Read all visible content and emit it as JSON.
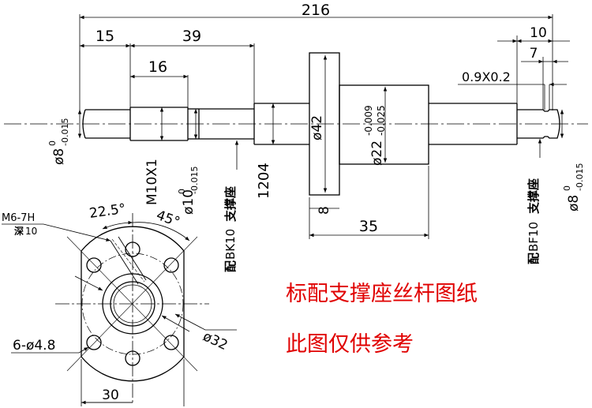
{
  "dimensions": {
    "overall_length": "216",
    "left_end_length": "15",
    "thread_span": "39",
    "thread_length": "16",
    "right_end_length": "10",
    "right_groove_length": "7",
    "groove_spec": "0.9X0.2",
    "left_end_diameter": "ø8",
    "left_end_tol_upper": "0",
    "left_end_tol_lower": "-0.015",
    "thread_spec": "M10X1",
    "bearing_diameter": "ø10",
    "bearing_tol_upper": "0",
    "bearing_tol_lower": "-0.015",
    "screw_model": "1204",
    "flange_diameter": "ø42",
    "nut_diameter": "ø22",
    "nut_tol_upper": "-0.009",
    "nut_tol_lower": "-0.025",
    "flange_thickness": "8",
    "nut_length": "35",
    "right_end_diameter": "ø8",
    "right_end_tol_upper": "0",
    "right_end_tol_lower": "-0.015",
    "tapped_hole_spec": "M6-7H",
    "tapped_hole_depth_label": "深",
    "tapped_hole_depth": "10",
    "angle_1": "22.5°",
    "angle_2": "45°",
    "mounting_holes": "6-ø4.8",
    "bolt_circle": "ø32",
    "flange_cut_width": "30"
  },
  "supports": {
    "left_prefix": "配",
    "left_code": "BK10",
    "left_name": "支撑座",
    "right_prefix": "配",
    "right_code": "BF10",
    "right_name": "支撑座"
  },
  "notes": {
    "title": "标配支撑座丝杆图纸",
    "reference": "此图仅供参考"
  },
  "colors": {
    "line": "#000000",
    "note": "#e00000"
  }
}
